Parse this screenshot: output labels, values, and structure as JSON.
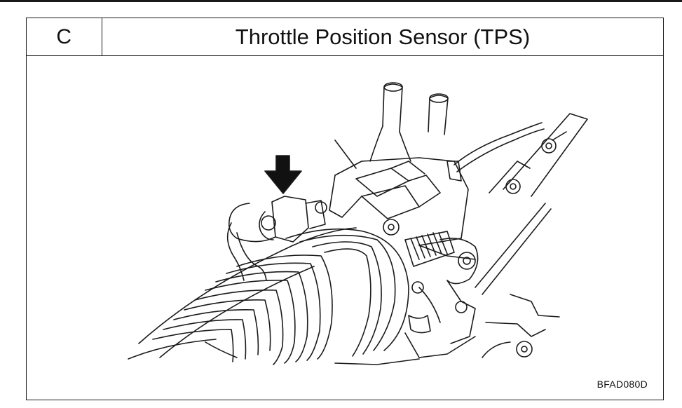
{
  "header": {
    "section_letter": "C",
    "title": "Throttle Position Sensor (TPS)"
  },
  "illustration": {
    "subject": "throttle-body-with-tps",
    "callout": "arrow-pointing-to-tps"
  },
  "footer": {
    "figure_code": "BFAD080D"
  }
}
